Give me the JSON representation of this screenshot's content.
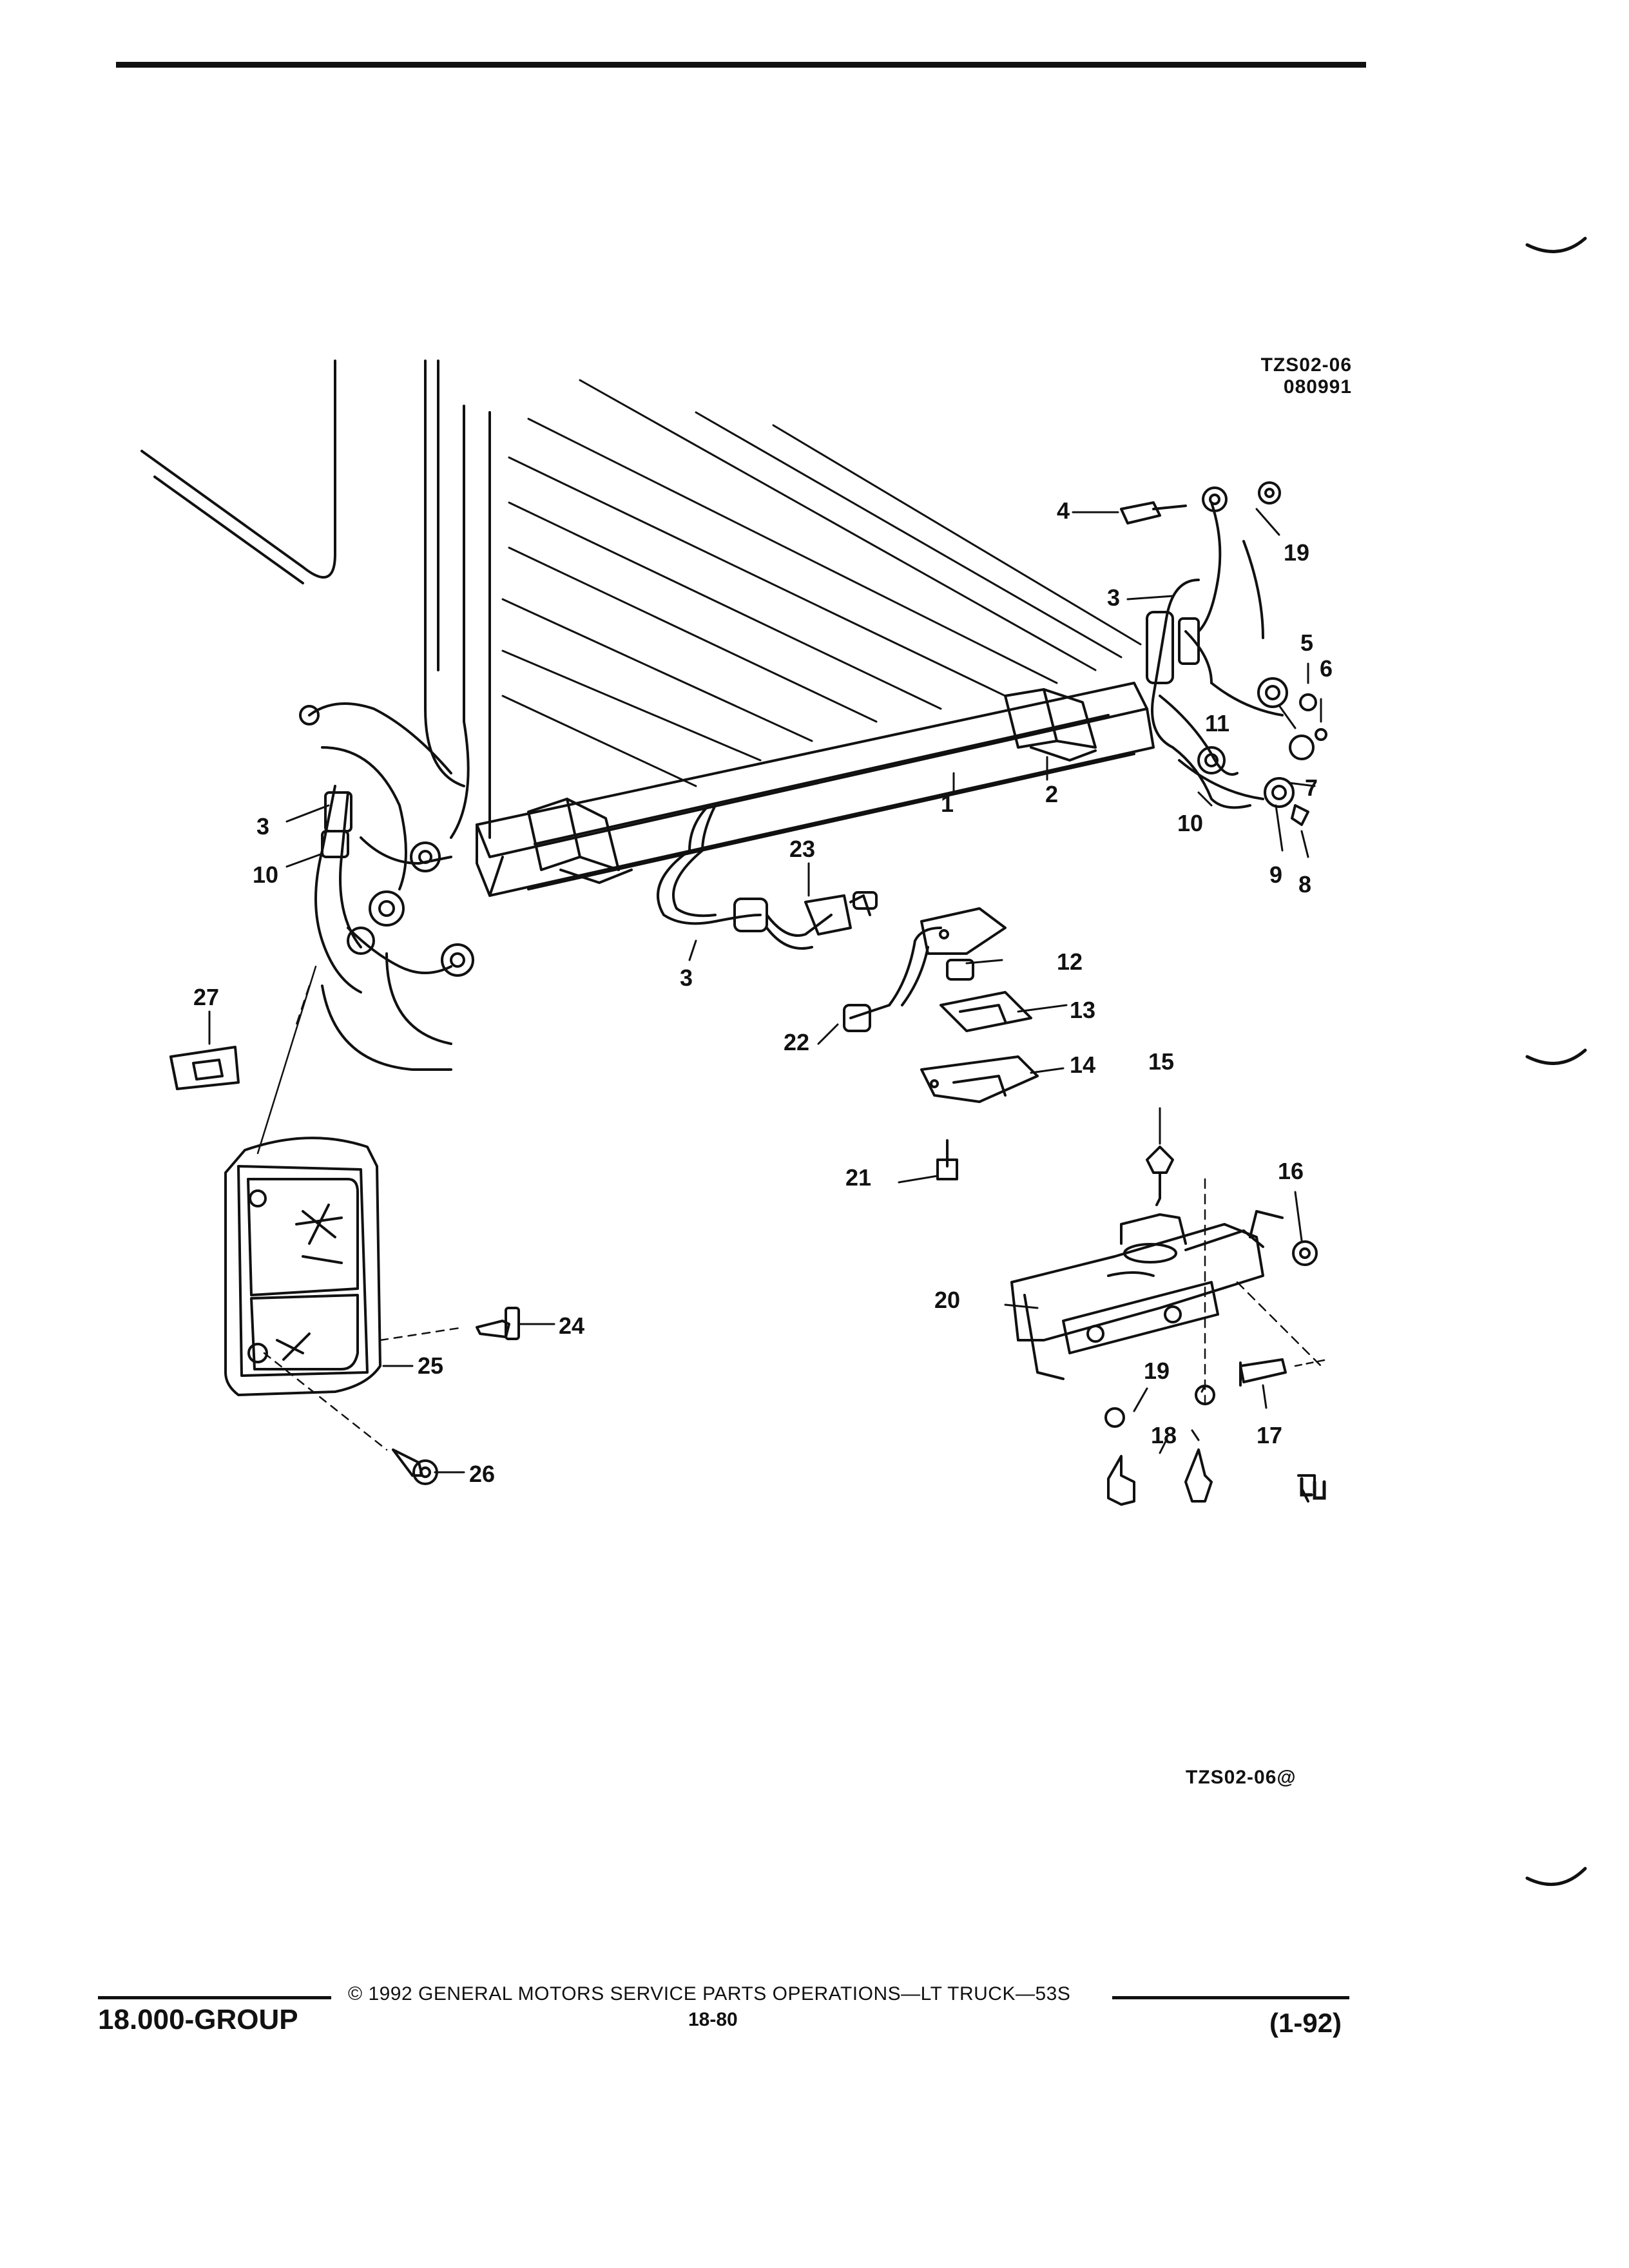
{
  "diagram": {
    "figure_code": "TZS02-06",
    "figure_date": "080991",
    "figure_ref": "TZS02-06@",
    "callouts": [
      "1",
      "2",
      "3",
      "3",
      "3",
      "4",
      "5",
      "6",
      "7",
      "8",
      "9",
      "10",
      "10",
      "11",
      "12",
      "13",
      "14",
      "15",
      "16",
      "17",
      "18",
      "19",
      "19",
      "20",
      "21",
      "22",
      "23",
      "24",
      "25",
      "26",
      "27"
    ]
  },
  "footer": {
    "group": "18.000-GROUP",
    "copyright": "© 1992 GENERAL MOTORS SERVICE PARTS OPERATIONS—LT TRUCK—53S",
    "page": "18-80",
    "date": "(1-92)"
  }
}
